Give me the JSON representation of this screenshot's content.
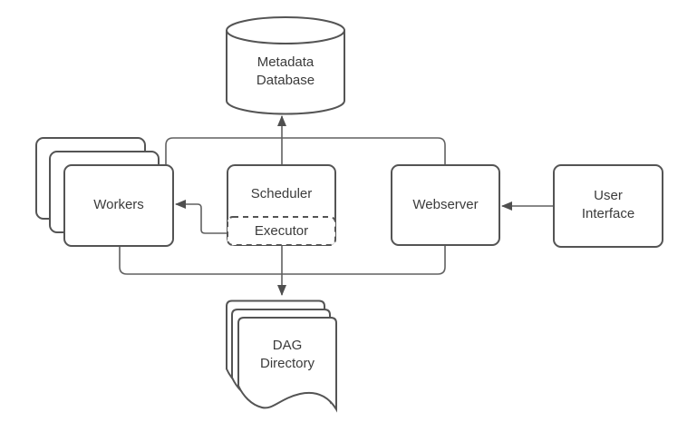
{
  "diagram": {
    "type": "architecture-diagram",
    "nodes": {
      "metadata_db": {
        "label": "Metadata\nDatabase",
        "shape": "cylinder"
      },
      "workers": {
        "label": "Workers",
        "shape": "stacked-rounded-rect",
        "copies": 3
      },
      "scheduler": {
        "label": "Scheduler",
        "shape": "rounded-rect"
      },
      "executor": {
        "label": "Executor",
        "shape": "dashed-rounded-rect"
      },
      "webserver": {
        "label": "Webserver",
        "shape": "rounded-rect"
      },
      "user_interface": {
        "label": "User\nInterface",
        "shape": "rounded-rect"
      },
      "dag_directory": {
        "label": "DAG\nDirectory",
        "shape": "multi-document",
        "copies": 3
      }
    },
    "edges": [
      {
        "from": "Scheduler",
        "to": "Metadata Database",
        "arrow": true
      },
      {
        "from": "Workers",
        "to": "Metadata Database",
        "via": "shared-bus"
      },
      {
        "from": "Webserver",
        "to": "Metadata Database",
        "via": "shared-bus"
      },
      {
        "from": "Executor",
        "to": "Workers",
        "arrow": true
      },
      {
        "from": "User Interface",
        "to": "Webserver",
        "arrow": true
      },
      {
        "from": "Executor",
        "to": "DAG Directory",
        "arrow": true
      },
      {
        "from": "Workers",
        "to": "DAG Directory",
        "via": "shared-bus"
      },
      {
        "from": "Webserver",
        "to": "DAG Directory",
        "via": "shared-bus"
      }
    ],
    "colors": {
      "shape_stroke": "#545454",
      "connector_stroke": "#616161",
      "text": "#3b3b3b",
      "fill": "#ffffff",
      "background": "#ffffff"
    }
  }
}
